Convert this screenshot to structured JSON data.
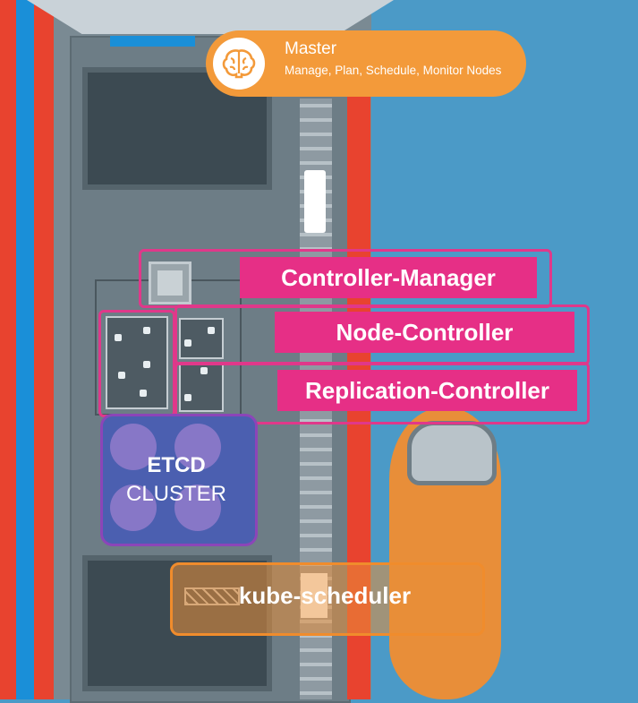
{
  "master": {
    "title": "Master",
    "subtitle": "Manage, Plan, Schedule, Monitor Nodes",
    "icon": "brain-icon"
  },
  "controllers": {
    "controller_manager": "Controller-Manager",
    "node_controller": "Node-Controller",
    "replication_controller": "Replication-Controller"
  },
  "etcd": {
    "title": "ETCD",
    "subtitle": "CLUSTER"
  },
  "scheduler": {
    "label": "kube-scheduler"
  },
  "colors": {
    "background": "#4b9ac7",
    "master_orange": "#f39a3a",
    "controller_pink": "#e62f86",
    "etcd_purple": "#8c45b8",
    "scheduler_orange": "#f08c2c"
  }
}
